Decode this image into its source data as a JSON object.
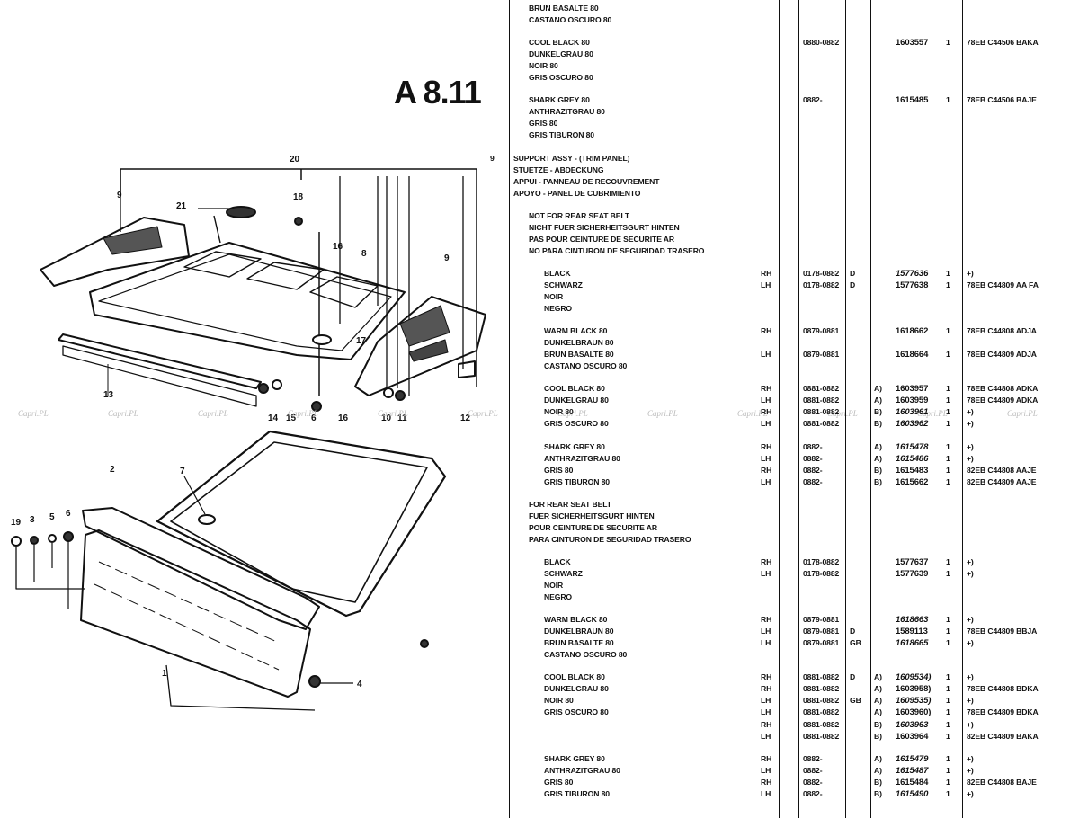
{
  "page_ref": "A 8.11",
  "watermark": "Capri.PL",
  "diagram": {
    "callouts": [
      "20",
      "21",
      "18",
      "16",
      "8",
      "9",
      "9",
      "17",
      "13",
      "14",
      "15",
      "6",
      "16",
      "10",
      "11",
      "12",
      "2",
      "7",
      "19",
      "3",
      "5",
      "6",
      "1",
      "4"
    ]
  },
  "sections": [
    {
      "kind": "names",
      "names": [
        "BRUN BASALTE 80",
        "CASTANO OSCURO 80"
      ]
    },
    {
      "kind": "group",
      "names": [
        "COOL BLACK 80",
        "DUNKELGRAU 80",
        "NOIR 80",
        "GRIS OSCURO 80"
      ],
      "rows": [
        {
          "side": "",
          "date": "0880-0882",
          "note": "",
          "opt": "",
          "part": "1603557",
          "qty": "1",
          "code": "78EB C44506 BAKA",
          "italic": false
        }
      ]
    },
    {
      "kind": "group",
      "names": [
        "SHARK GREY 80",
        "ANTHRAZITGRAU 80",
        "GRIS 80",
        "GRIS TIBURON 80"
      ],
      "rows": [
        {
          "side": "",
          "date": "0882-",
          "note": "",
          "opt": "",
          "part": "1615485",
          "qty": "1",
          "code": "78EB C44506 BAJE",
          "italic": false
        }
      ]
    },
    {
      "kind": "header",
      "marker": "9",
      "names": [
        "SUPPORT ASSY - (TRIM PANEL)",
        "STUETZE - ABDECKUNG",
        "APPUI - PANNEAU DE RECOUVREMENT",
        "APOYO - PANEL DE CUBRIMIENTO"
      ]
    },
    {
      "kind": "sub",
      "names": [
        "NOT FOR REAR SEAT BELT",
        "NICHT FUER SICHERHEITSGURT HINTEN",
        "PAS POUR CEINTURE DE SECURITE AR",
        "NO PARA CINTURON DE SEGURIDAD TRASERO"
      ]
    },
    {
      "kind": "group",
      "names": [
        "BLACK",
        "SCHWARZ",
        "NOIR",
        "NEGRO"
      ],
      "rows": [
        {
          "side": "RH",
          "date": "0178-0882",
          "note": "D",
          "opt": "",
          "part": "1577636",
          "qty": "1",
          "code": "+)",
          "italic": true
        },
        {
          "side": "LH",
          "date": "0178-0882",
          "note": "D",
          "opt": "",
          "part": "1577638",
          "qty": "1",
          "code": "78EB C44809 AA FA",
          "italic": false
        }
      ]
    },
    {
      "kind": "group",
      "names": [
        "WARM BLACK 80",
        "DUNKELBRAUN 80",
        "BRUN BASALTE 80",
        "CASTANO OSCURO 80"
      ],
      "rows": [
        {
          "side": "RH",
          "date": "0879-0881",
          "note": "",
          "opt": "",
          "part": "1618662",
          "qty": "1",
          "code": "78EB C44808 ADJA",
          "italic": false
        },
        {
          "side": "",
          "date": "",
          "note": "",
          "opt": "",
          "part": "",
          "qty": "",
          "code": "",
          "italic": false
        },
        {
          "side": "LH",
          "date": "0879-0881",
          "note": "",
          "opt": "",
          "part": "1618664",
          "qty": "1",
          "code": "78EB C44809 ADJA",
          "italic": false
        }
      ]
    },
    {
      "kind": "group",
      "names": [
        "COOL BLACK 80",
        "DUNKELGRAU 80",
        "NOIR 80",
        "GRIS OSCURO 80"
      ],
      "rows": [
        {
          "side": "RH",
          "date": "0881-0882",
          "note": "",
          "opt": "A)",
          "part": "1603957",
          "qty": "1",
          "code": "78EB C44808 ADKA",
          "italic": false
        },
        {
          "side": "LH",
          "date": "0881-0882",
          "note": "",
          "opt": "A)",
          "part": "1603959",
          "qty": "1",
          "code": "78EB C44809 ADKA",
          "italic": false
        },
        {
          "side": "RH",
          "date": "0881-0882",
          "note": "",
          "opt": "B)",
          "part": "1603961",
          "qty": "1",
          "code": "+)",
          "italic": true
        },
        {
          "side": "LH",
          "date": "0881-0882",
          "note": "",
          "opt": "B)",
          "part": "1603962",
          "qty": "1",
          "code": "+)",
          "italic": true
        }
      ]
    },
    {
      "kind": "group",
      "names": [
        "SHARK GREY 80",
        "ANTHRAZITGRAU 80",
        "GRIS 80",
        "GRIS TIBURON 80"
      ],
      "rows": [
        {
          "side": "RH",
          "date": "0882-",
          "note": "",
          "opt": "A)",
          "part": "1615478",
          "qty": "1",
          "code": "+)",
          "italic": true
        },
        {
          "side": "LH",
          "date": "0882-",
          "note": "",
          "opt": "A)",
          "part": "1615486",
          "qty": "1",
          "code": "+)",
          "italic": true
        },
        {
          "side": "RH",
          "date": "0882-",
          "note": "",
          "opt": "B)",
          "part": "1615483",
          "qty": "1",
          "code": "82EB C44808 AAJE",
          "italic": false
        },
        {
          "side": "LH",
          "date": "0882-",
          "note": "",
          "opt": "B)",
          "part": "1615662",
          "qty": "1",
          "code": "82EB C44809 AAJE",
          "italic": false
        }
      ]
    },
    {
      "kind": "sub",
      "names": [
        "FOR REAR SEAT BELT",
        "FUER SICHERHEITSGURT HINTEN",
        "POUR CEINTURE DE SECURITE AR",
        "PARA CINTURON DE SEGURIDAD TRASERO"
      ]
    },
    {
      "kind": "group",
      "names": [
        "BLACK",
        "SCHWARZ",
        "NOIR",
        "NEGRO"
      ],
      "rows": [
        {
          "side": "RH",
          "date": "0178-0882",
          "note": "",
          "opt": "",
          "part": "1577637",
          "qty": "1",
          "code": "+)",
          "italic": false
        },
        {
          "side": "LH",
          "date": "0178-0882",
          "note": "",
          "opt": "",
          "part": "1577639",
          "qty": "1",
          "code": "+)",
          "italic": false
        }
      ]
    },
    {
      "kind": "group",
      "names": [
        "WARM BLACK 80",
        "DUNKELBRAUN 80",
        "BRUN BASALTE 80",
        "CASTANO OSCURO 80"
      ],
      "rows": [
        {
          "side": "RH",
          "date": "0879-0881",
          "note": "",
          "opt": "",
          "part": "1618663",
          "qty": "1",
          "code": "+)",
          "italic": true
        },
        {
          "side": "LH",
          "date": "0879-0881",
          "note": "D",
          "opt": "",
          "part": "1589113",
          "qty": "1",
          "code": "78EB C44809 BBJA",
          "italic": false
        },
        {
          "side": "LH",
          "date": "0879-0881",
          "note": "GB",
          "opt": "",
          "part": "1618665",
          "qty": "1",
          "code": "+)",
          "italic": true
        }
      ]
    },
    {
      "kind": "group",
      "names": [
        "COOL BLACK 80",
        "DUNKELGRAU 80",
        "NOIR 80",
        "GRIS OSCURO 80",
        "",
        ""
      ],
      "rows": [
        {
          "side": "RH",
          "date": "0881-0882",
          "note": "D",
          "opt": "A)",
          "part": "1609534)",
          "qty": "1",
          "code": "+)",
          "italic": true
        },
        {
          "side": "RH",
          "date": "0881-0882",
          "note": "",
          "opt": "A)",
          "part": "1603958)",
          "qty": "1",
          "code": "78EB C44808 BDKA",
          "italic": false
        },
        {
          "side": "LH",
          "date": "0881-0882",
          "note": "GB",
          "opt": "A)",
          "part": "1609535)",
          "qty": "1",
          "code": "+)",
          "italic": true
        },
        {
          "side": "LH",
          "date": "0881-0882",
          "note": "",
          "opt": "A)",
          "part": "1603960)",
          "qty": "1",
          "code": "78EB C44809 BDKA",
          "italic": false
        },
        {
          "side": "RH",
          "date": "0881-0882",
          "note": "",
          "opt": "B)",
          "part": "1603963",
          "qty": "1",
          "code": "+)",
          "italic": true
        },
        {
          "side": "LH",
          "date": "0881-0882",
          "note": "",
          "opt": "B)",
          "part": "1603964",
          "qty": "1",
          "code": "82EB C44809 BAKA",
          "italic": false
        }
      ]
    },
    {
      "kind": "group",
      "names": [
        "SHARK GREY 80",
        "ANTHRAZITGRAU 80",
        "GRIS 80",
        "GRIS TIBURON 80"
      ],
      "rows": [
        {
          "side": "RH",
          "date": "0882-",
          "note": "",
          "opt": "A)",
          "part": "1615479",
          "qty": "1",
          "code": "+)",
          "italic": true
        },
        {
          "side": "LH",
          "date": "0882-",
          "note": "",
          "opt": "A)",
          "part": "1615487",
          "qty": "1",
          "code": "+)",
          "italic": true
        },
        {
          "side": "RH",
          "date": "0882-",
          "note": "",
          "opt": "B)",
          "part": "1615484",
          "qty": "1",
          "code": "82EB C44808 BAJE",
          "italic": false
        },
        {
          "side": "LH",
          "date": "0882-",
          "note": "",
          "opt": "B)",
          "part": "1615490",
          "qty": "1",
          "code": "+)",
          "italic": true
        }
      ]
    }
  ]
}
